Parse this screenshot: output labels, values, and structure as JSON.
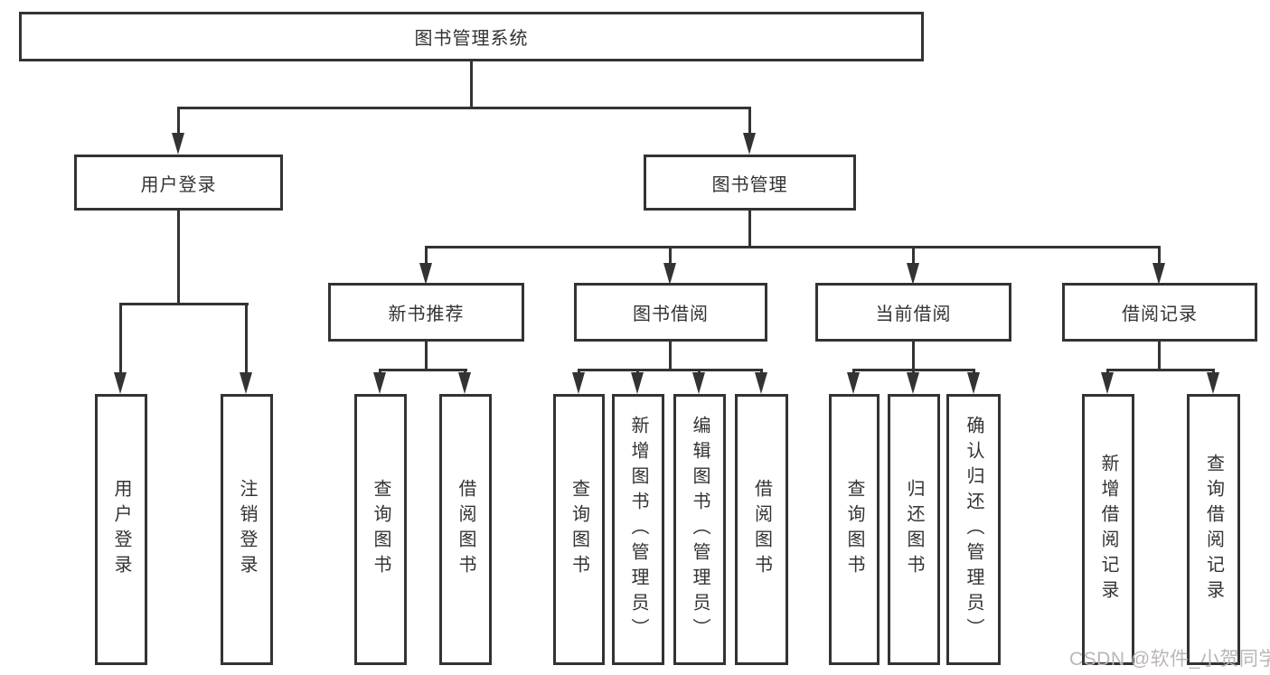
{
  "colors": {
    "line": "#333333",
    "text": "#333333",
    "box_bg": "#ffffff",
    "watermark": "#bdb5b5"
  },
  "nodes": {
    "root": {
      "label": "图书管理系统"
    },
    "user_login": {
      "label": "用户登录"
    },
    "book_mgmt": {
      "label": "图书管理"
    },
    "new_book": {
      "label": "新书推荐"
    },
    "book_borrow": {
      "label": "图书借阅"
    },
    "current_borrow": {
      "label": "当前借阅"
    },
    "borrow_records": {
      "label": "借阅记录"
    },
    "leaves": {
      "ul_login": {
        "label": "用户登录"
      },
      "ul_logout": {
        "label": "注销登录"
      },
      "nb_query": {
        "label": "查询图书"
      },
      "nb_borrow": {
        "label": "借阅图书"
      },
      "bb_query": {
        "label": "查询图书"
      },
      "bb_add": {
        "label": "新增图书（管理员）"
      },
      "bb_edit": {
        "label": "编辑图书（管理员）"
      },
      "bb_borrow": {
        "label": "借阅图书"
      },
      "cb_query": {
        "label": "查询图书"
      },
      "cb_return": {
        "label": "归还图书"
      },
      "cb_confirm": {
        "label": "确认归还（管理员）"
      },
      "br_add": {
        "label": "新增借阅记录"
      },
      "br_query": {
        "label": "查询借阅记录"
      }
    }
  },
  "structure": [
    {
      "parent": "图书管理系统",
      "children": [
        "用户登录",
        "图书管理"
      ]
    },
    {
      "parent": "用户登录",
      "children": [
        "用户登录",
        "注销登录"
      ]
    },
    {
      "parent": "图书管理",
      "children": [
        "新书推荐",
        "图书借阅",
        "当前借阅",
        "借阅记录"
      ]
    },
    {
      "parent": "新书推荐",
      "children": [
        "查询图书",
        "借阅图书"
      ]
    },
    {
      "parent": "图书借阅",
      "children": [
        "查询图书",
        "新增图书（管理员）",
        "编辑图书（管理员）",
        "借阅图书"
      ]
    },
    {
      "parent": "当前借阅",
      "children": [
        "查询图书",
        "归还图书",
        "确认归还（管理员）"
      ]
    },
    {
      "parent": "借阅记录",
      "children": [
        "新增借阅记录",
        "查询借阅记录"
      ]
    }
  ],
  "watermark": {
    "text": "CSDN @软件_小贺同学"
  }
}
